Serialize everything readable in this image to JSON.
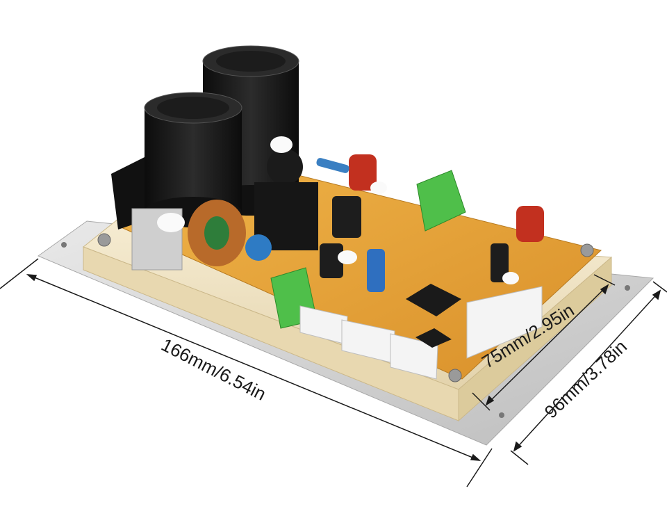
{
  "image": {
    "subject": "motor-driver-pcb-board",
    "background_color": "#ffffff"
  },
  "dimensions": {
    "length": "166mm/6.54in",
    "inner_width": "75mm/2.95in",
    "outer_width": "96mm/3.78in"
  },
  "colors": {
    "pcb": "#e8a73a",
    "base_plate": "#d8d8d8",
    "frame": "#f1e6c8",
    "capacitor": "#1a1a1a",
    "connector_green": "#4fbf4a",
    "connector_white": "#f4f4f4",
    "film_capacitor": "#c2301f"
  }
}
